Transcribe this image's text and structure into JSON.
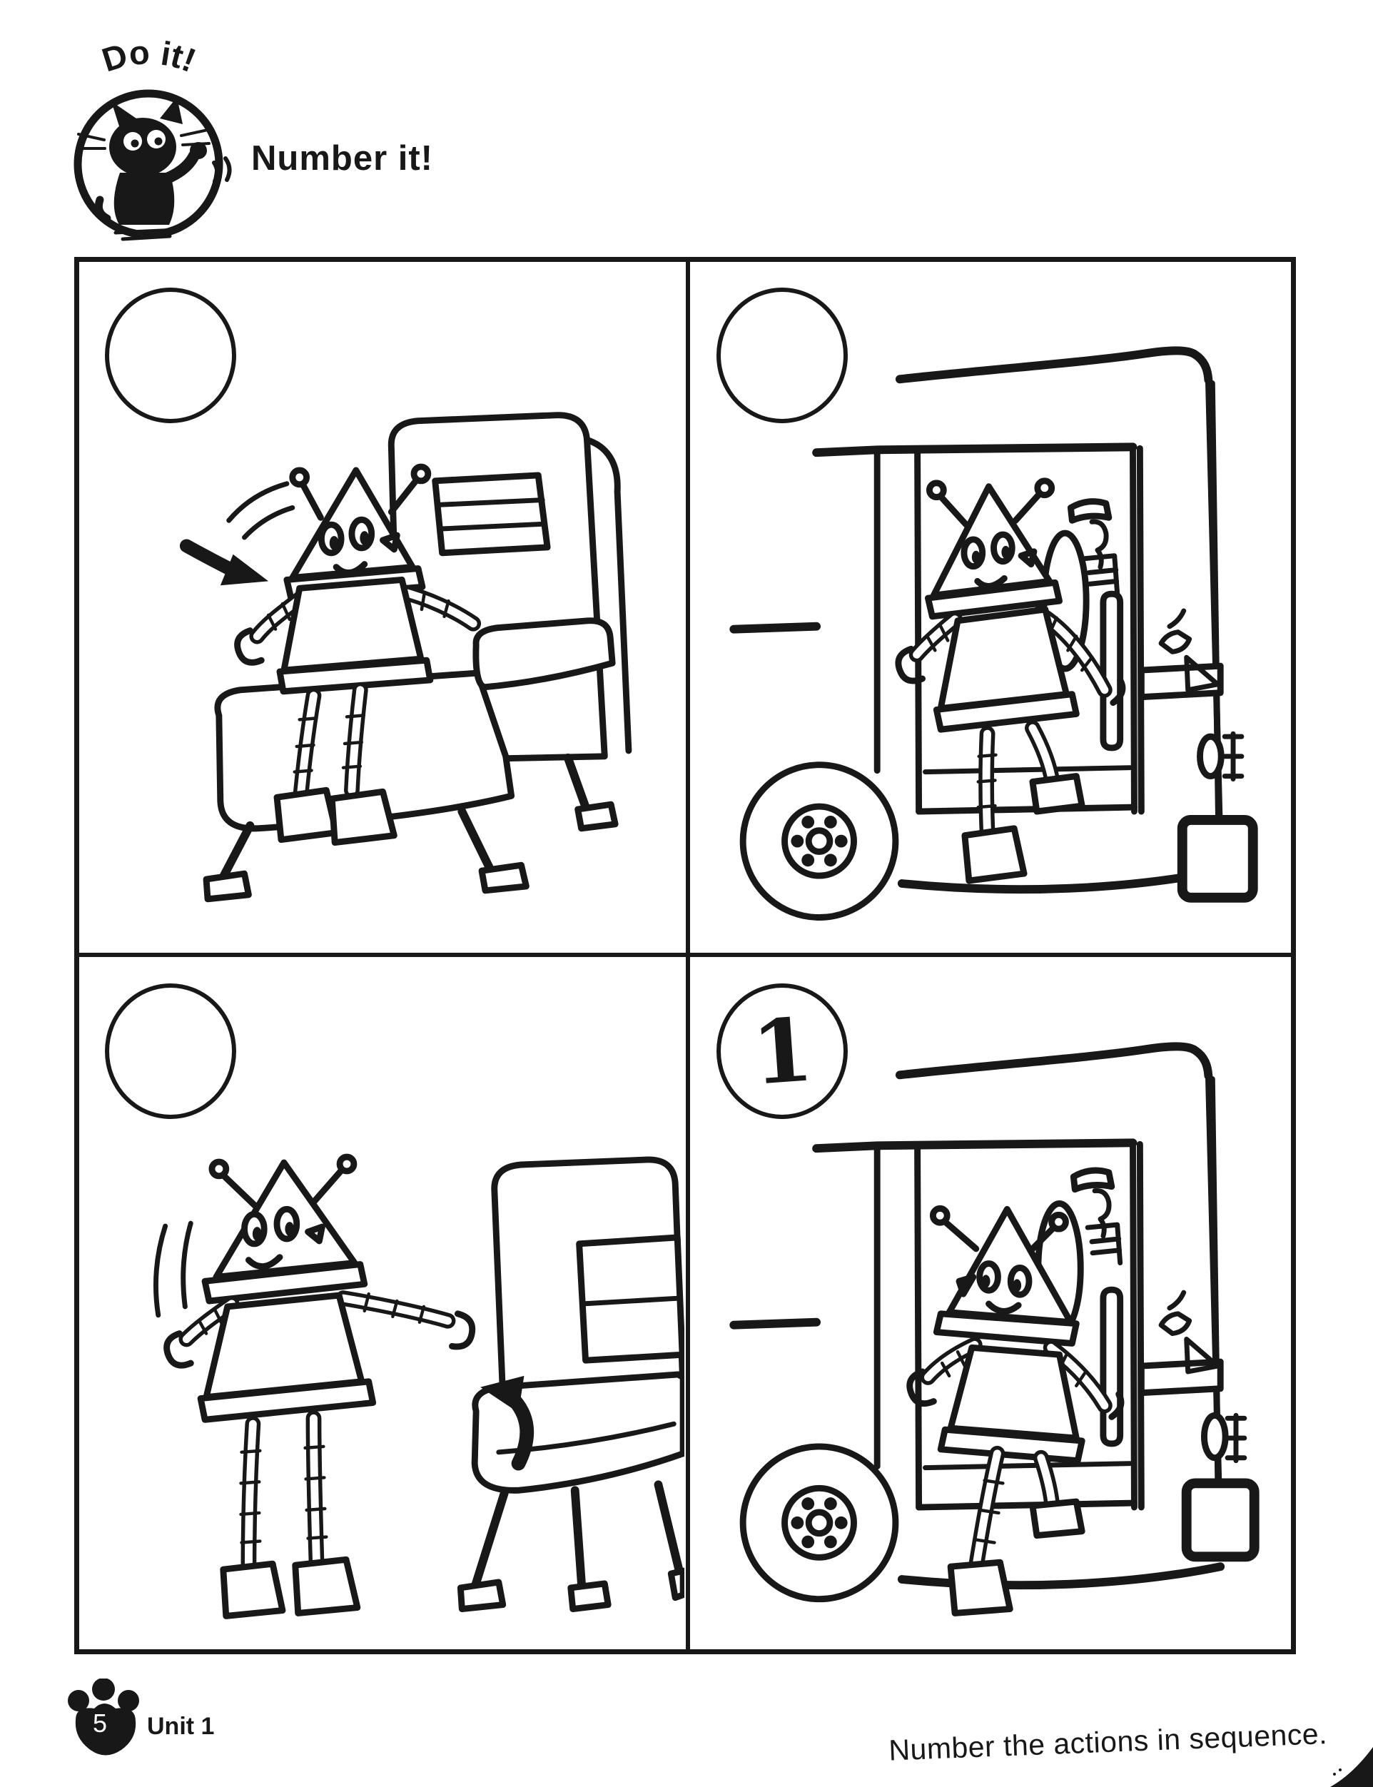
{
  "header": {
    "logo_arc_text": "Do it!",
    "logo_icon": "waving-cat-badge",
    "title": "Number it!"
  },
  "worksheet": {
    "panels": [
      {
        "name": "robot-sitting-in-armchair",
        "answer": ""
      },
      {
        "name": "robot-boarding-bus",
        "answer": ""
      },
      {
        "name": "robot-standing-by-chair",
        "answer": ""
      },
      {
        "name": "robot-stepping-off-bus",
        "answer": "1"
      }
    ]
  },
  "footer": {
    "page_number": "5",
    "unit": "Unit 1",
    "instruction": "Number the actions in sequence."
  },
  "colors": {
    "ink": "#181818",
    "paper": "#ffffff"
  }
}
